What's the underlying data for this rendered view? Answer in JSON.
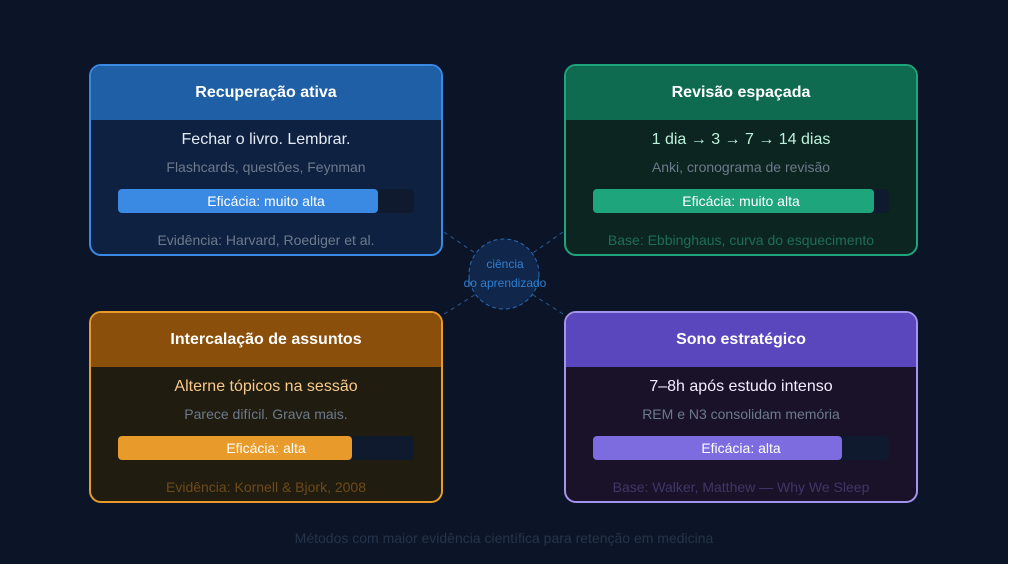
{
  "hub": {
    "line1": "ciência",
    "line2": "do aprendizado"
  },
  "cards": [
    {
      "title": "Recuperação ativa",
      "main": "Fechar o livro. Lembrar.",
      "sub": "Flashcards, questões, Feynman",
      "bar_label": "Eficácia: muito alta",
      "level": 0.88,
      "footnote": "Evidência: Harvard, Roediger et al.",
      "colors": {
        "header": "#1f5fa6",
        "border": "#3a8ae4",
        "body": "#0e2140",
        "fill": "#3a8ae4",
        "main": "#e4ebf4",
        "foot": "#6c7a8c"
      }
    },
    {
      "title": "Revisão espaçada",
      "main": "1 dia → 3 → 7 → 14 dias",
      "sub": "Anki, cronograma de revisão",
      "bar_label": "Eficácia: muito alta",
      "level": 0.95,
      "footnote": "Base: Ebbinghaus, curva do esquecimento",
      "colors": {
        "header": "#0f6b4f",
        "border": "#1fa57b",
        "body": "#0c2520",
        "fill": "#1fa57b",
        "main": "#bdf2da",
        "foot": "#1d6e57"
      }
    },
    {
      "title": "Intercalação de assuntos",
      "main": "Alterne tópicos na sessão",
      "sub": "Parece difícil. Grava mais.",
      "bar_label": "Eficácia: alta",
      "level": 0.79,
      "footnote": "Evidência: Kornell & Bjork, 2008",
      "colors": {
        "header": "#8a4f0a",
        "border": "#e89b2a",
        "body": "#201c0f",
        "fill": "#e89b2a",
        "main": "#f7c98a",
        "foot": "#6e4a1c"
      }
    },
    {
      "title": "Sono estratégico",
      "main": "7–8h após estudo intenso",
      "sub": "REM e N3 consolidam memória",
      "bar_label": "Eficácia: alta",
      "level": 0.84,
      "footnote": "Base: Walker, Matthew — Why We Sleep",
      "colors": {
        "header": "#5a46bd",
        "border": "#a594ee",
        "body": "#1a1228",
        "fill": "#7c6ce0",
        "main": "#f1edff",
        "foot": "#3f3766"
      }
    }
  ],
  "footer": "Métodos com maior evidência científica para retenção em medicina"
}
